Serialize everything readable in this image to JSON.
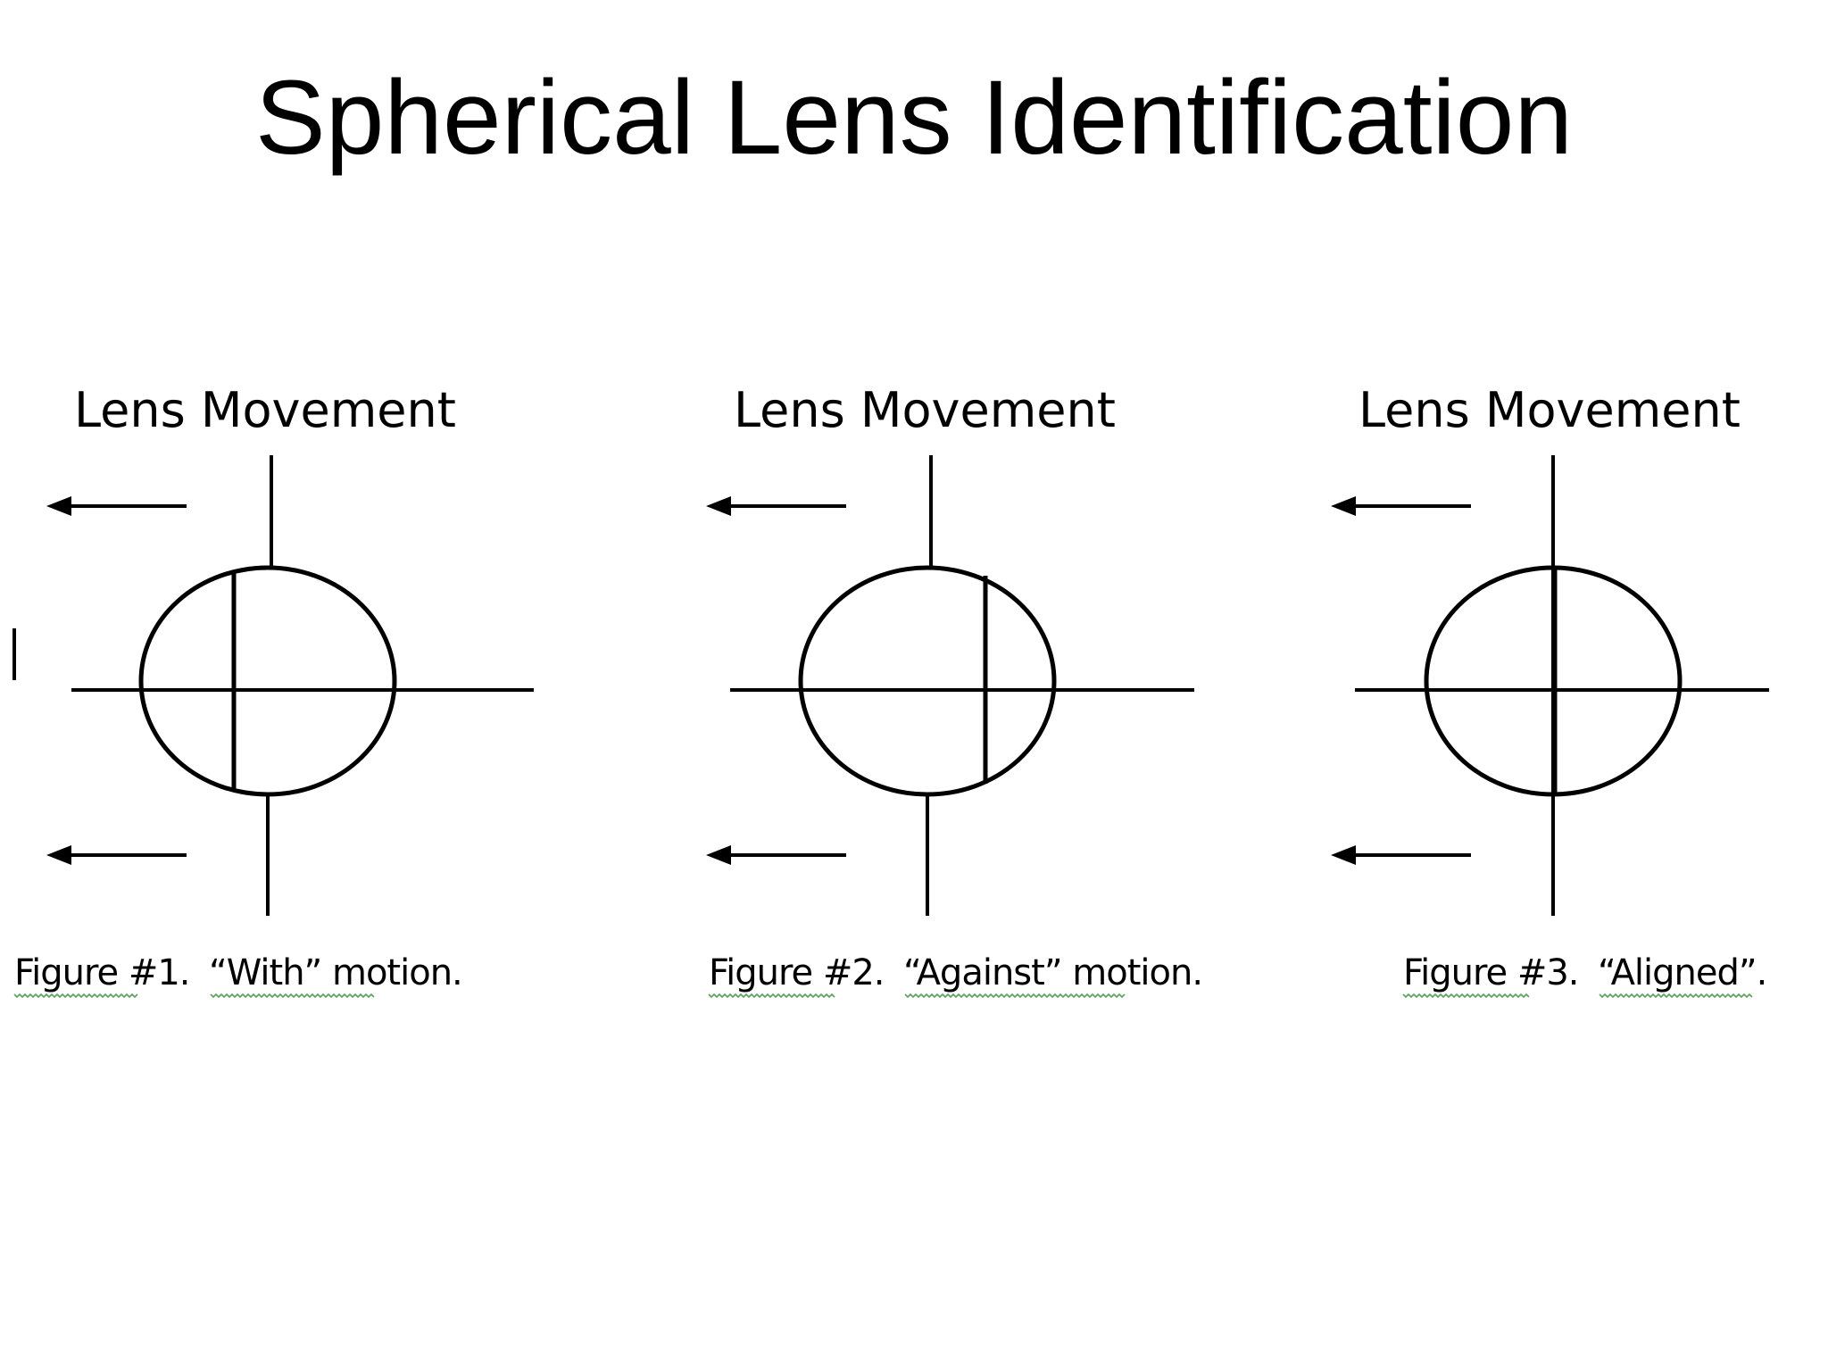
{
  "slide": {
    "title": "Spherical Lens Identification"
  },
  "figures": [
    {
      "lens_label": "Lens Movement",
      "caption_number": "Figure #1.",
      "caption_text": "“With” motion."
    },
    {
      "lens_label": "Lens Movement",
      "caption_number": "Figure #2.",
      "caption_text": "“Against” motion."
    },
    {
      "lens_label": "Lens Movement",
      "caption_number": "Figure #3.",
      "caption_text": "“Aligned”."
    }
  ],
  "colors": {
    "spellcheck_underline": "#5aa05a"
  }
}
